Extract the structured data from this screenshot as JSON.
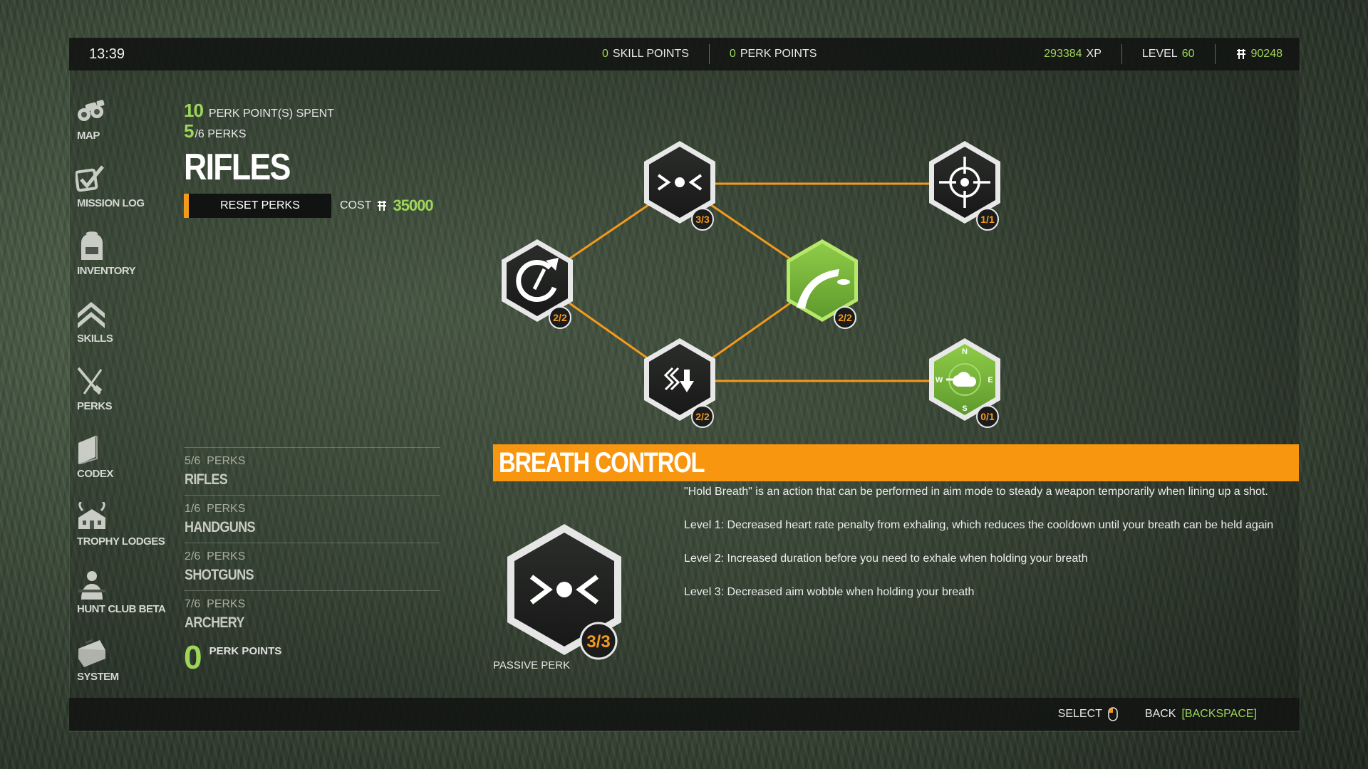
{
  "topbar": {
    "time": "13:39",
    "skill_points_value": "0",
    "skill_points_label": "SKILL POINTS",
    "perk_points_value": "0",
    "perk_points_label": "PERK POINTS",
    "xp_value": "293384",
    "xp_label": "XP",
    "level_label": "LEVEL",
    "level_value": "60",
    "currency_value": "90248"
  },
  "sidebar": {
    "items": [
      {
        "label": "MAP",
        "icon": "binoculars-icon"
      },
      {
        "label": "MISSION LOG",
        "icon": "checkmark-icon"
      },
      {
        "label": "INVENTORY",
        "icon": "backpack-icon"
      },
      {
        "label": "SKILLS",
        "icon": "chevron-rank-icon"
      },
      {
        "label": "PERKS",
        "icon": "crossed-rifles-icon"
      },
      {
        "label": "CODEX",
        "icon": "book-icon"
      },
      {
        "label": "TROPHY LODGES",
        "icon": "lodge-icon"
      },
      {
        "label": "HUNT CLUB BETA",
        "icon": "hunters-icon"
      },
      {
        "label": "SYSTEM",
        "icon": "toolbox-icon"
      }
    ]
  },
  "summary": {
    "spent_value": "10",
    "spent_label": "PERK POINT(S) SPENT",
    "perks_value": "5",
    "perks_total": "/6 PERKS",
    "category_title": "RIFLES",
    "reset_label": "RESET PERKS",
    "cost_label": "COST",
    "cost_value": "35000"
  },
  "categories": [
    {
      "count": "5/6",
      "perks_word": "PERKS",
      "name": "RIFLES"
    },
    {
      "count": "1/6",
      "perks_word": "PERKS",
      "name": "HANDGUNS"
    },
    {
      "count": "2/6",
      "perks_word": "PERKS",
      "name": "SHOTGUNS"
    },
    {
      "count": "7/6",
      "perks_word": "PERKS",
      "name": "ARCHERY"
    }
  ],
  "perk_points_footer": {
    "value": "0",
    "label": "PERK POINTS"
  },
  "perk_tree": {
    "nodes": [
      {
        "id": "breath-control",
        "icon": "breath-icon",
        "level": "3/3",
        "style": "dark",
        "selected": true
      },
      {
        "id": "focus",
        "icon": "crosshair-icon",
        "level": "1/1",
        "style": "dark"
      },
      {
        "id": "reload",
        "icon": "reload-icon",
        "level": "2/2",
        "style": "dark"
      },
      {
        "id": "ballistics",
        "icon": "trajectory-icon",
        "level": "2/2",
        "style": "green"
      },
      {
        "id": "recoil",
        "icon": "recoil-icon",
        "level": "2/2",
        "style": "dark"
      },
      {
        "id": "wind",
        "icon": "compass-wind-icon",
        "level": "0/1",
        "style": "green"
      }
    ],
    "compass": {
      "n": "N",
      "e": "E",
      "s": "S",
      "w": "W"
    },
    "colors": {
      "link": "#f39a1d",
      "badge_text": "#f39a1d",
      "green": "#7dbd3a"
    }
  },
  "detail": {
    "title": "BREATH CONTROL",
    "lines": [
      "\"Hold Breath\" is an action that can be performed in aim mode to steady a weapon temporarily when lining up a shot.",
      "Level 1: Decreased heart rate penalty from exhaling, which reduces the cooldown until your breath can be held again",
      "Level 2: Increased duration before you need to exhale when holding your breath",
      "Level 3: Decreased aim wobble when holding your breath"
    ],
    "level": "3/3",
    "type_label": "PASSIVE PERK"
  },
  "bottombar": {
    "select_label": "SELECT",
    "back_label": "BACK",
    "back_key": "[BACKSPACE]"
  }
}
